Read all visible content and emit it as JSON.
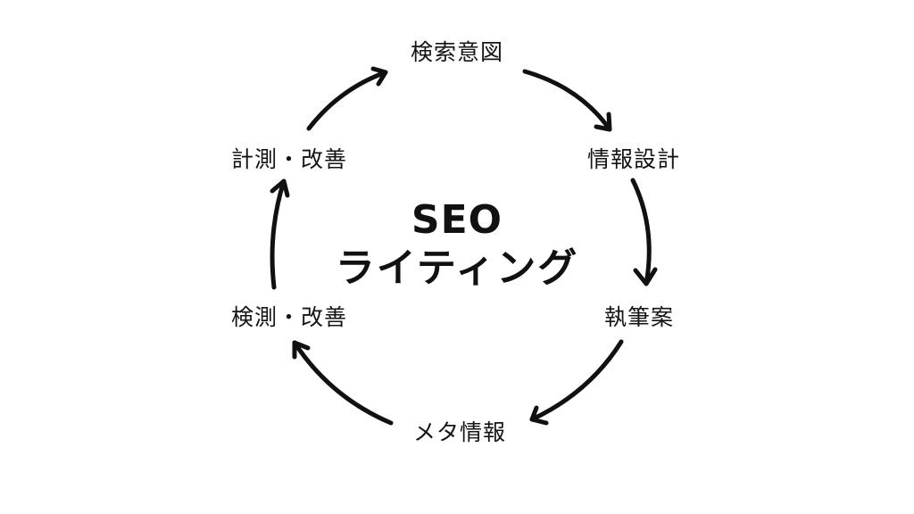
{
  "diagram": {
    "type": "cycle",
    "center": {
      "line1": "SEO",
      "line2": "ライティング"
    },
    "nodes": [
      {
        "id": "n1",
        "label": "検索意図"
      },
      {
        "id": "n2",
        "label": "情報設計"
      },
      {
        "id": "n3",
        "label": "執筆案"
      },
      {
        "id": "n4",
        "label": "メタ情報"
      },
      {
        "id": "n5",
        "label": "検測・改善"
      },
      {
        "id": "n6",
        "label": "計測・改善"
      }
    ],
    "edges": [
      {
        "from": "n1",
        "to": "n2"
      },
      {
        "from": "n2",
        "to": "n3"
      },
      {
        "from": "n3",
        "to": "n4"
      },
      {
        "from": "n4",
        "to": "n5"
      },
      {
        "from": "n5",
        "to": "n6"
      },
      {
        "from": "n6",
        "to": "n1"
      }
    ],
    "colors": {
      "background": "#ffffff",
      "stroke": "#111111",
      "text": "#151515"
    }
  }
}
